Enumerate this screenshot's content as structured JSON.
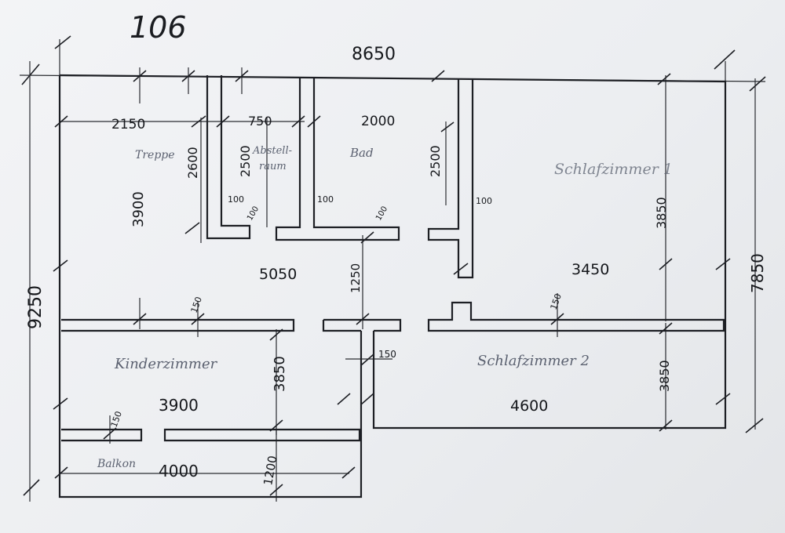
{
  "sheet": {
    "page_number": "106"
  },
  "rooms": {
    "treppe": "Treppe",
    "abstellraum_line1": "Abstell-",
    "abstellraum_line2": "raum",
    "bad": "Bad",
    "schlafzimmer1": "Schlafzimmer 1",
    "kinderzimmer": "Kinderzimmer",
    "schlafzimmer2": "Schlafzimmer 2",
    "balkon": "Balkon"
  },
  "dimensions": {
    "overall_width": "8650",
    "overall_height": "9250",
    "right_height": "7850",
    "treppe_width": "2150",
    "abstell_width": "750",
    "bad_width": "2000",
    "treppe_depth": "2600",
    "abstell_depth": "2500",
    "right_depth": "2500",
    "treppe_wall_100": "100",
    "bad_wall_100": "100",
    "right_wall_100": "100",
    "treppe_tick_100": "100",
    "bad_tick_100": "100",
    "left_height_3900": "3900",
    "sz1_height": "3850",
    "hall_width": "5050",
    "hall_depth": "1250",
    "sz1_width": "3450",
    "wall_150_left": "150",
    "wall_150_right": "150",
    "wall_150_center": "150",
    "kinder_height": "3850",
    "kinder_width": "3900",
    "sz2_width": "4600",
    "sz2_height": "3850",
    "balkon_wall_150": "150",
    "balkon_width": "4000",
    "balkon_depth": "1200"
  }
}
